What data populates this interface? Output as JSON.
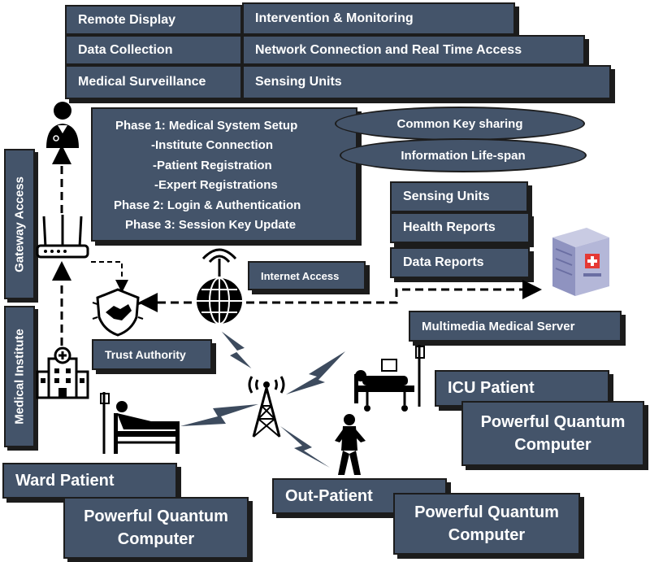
{
  "top_boxes": {
    "remote_display": "Remote Display",
    "data_collection": "Data Collection",
    "medical_surveillance": "Medical Surveillance",
    "intervention_monitoring": "Intervention & Monitoring",
    "network_connection": "Network Connection and Real Time Access",
    "sensing_units": "Sensing Units"
  },
  "phases": {
    "line1": "Phase 1: Medical System Setup",
    "line2": "-Institute Connection",
    "line3": "-Patient Registration",
    "line4": "-Expert Registrations",
    "line5": "Phase 2: Login & Authentication",
    "line6": "Phase 3: Session Key Update"
  },
  "ellipses": {
    "common_key": "Common Key sharing",
    "info_lifespan": "Information Life-span"
  },
  "server_boxes": {
    "sensing_units": "Sensing Units",
    "health_reports": "Health Reports",
    "data_reports": "Data Reports",
    "multimedia_server": "Multimedia Medical Server"
  },
  "side_labels": {
    "gateway_access": "Gateway Access",
    "medical_institute": "Medical Institute"
  },
  "labels": {
    "internet_access": "Internet Access",
    "trust_authority": "Trust Authority",
    "icu_patient": "ICU Patient",
    "ward_patient": "Ward Patient",
    "out_patient": "Out-Patient",
    "pqc_right": "Powerful Quantum Computer",
    "pqc_left": "Powerful Quantum Computer",
    "pqc_bottom": "Powerful Quantum Computer"
  },
  "colors": {
    "box_fill": "#44546a",
    "border": "#1c1c1c",
    "text": "#ffffff"
  },
  "icons": [
    "doctor-icon",
    "router-icon",
    "handshake-shield-icon",
    "globe-antenna-icon",
    "hospital-icon",
    "server-icon",
    "cell-tower-icon",
    "icu-bed-icon",
    "ward-bed-icon",
    "walking-patient-icon",
    "lightning-icon"
  ]
}
